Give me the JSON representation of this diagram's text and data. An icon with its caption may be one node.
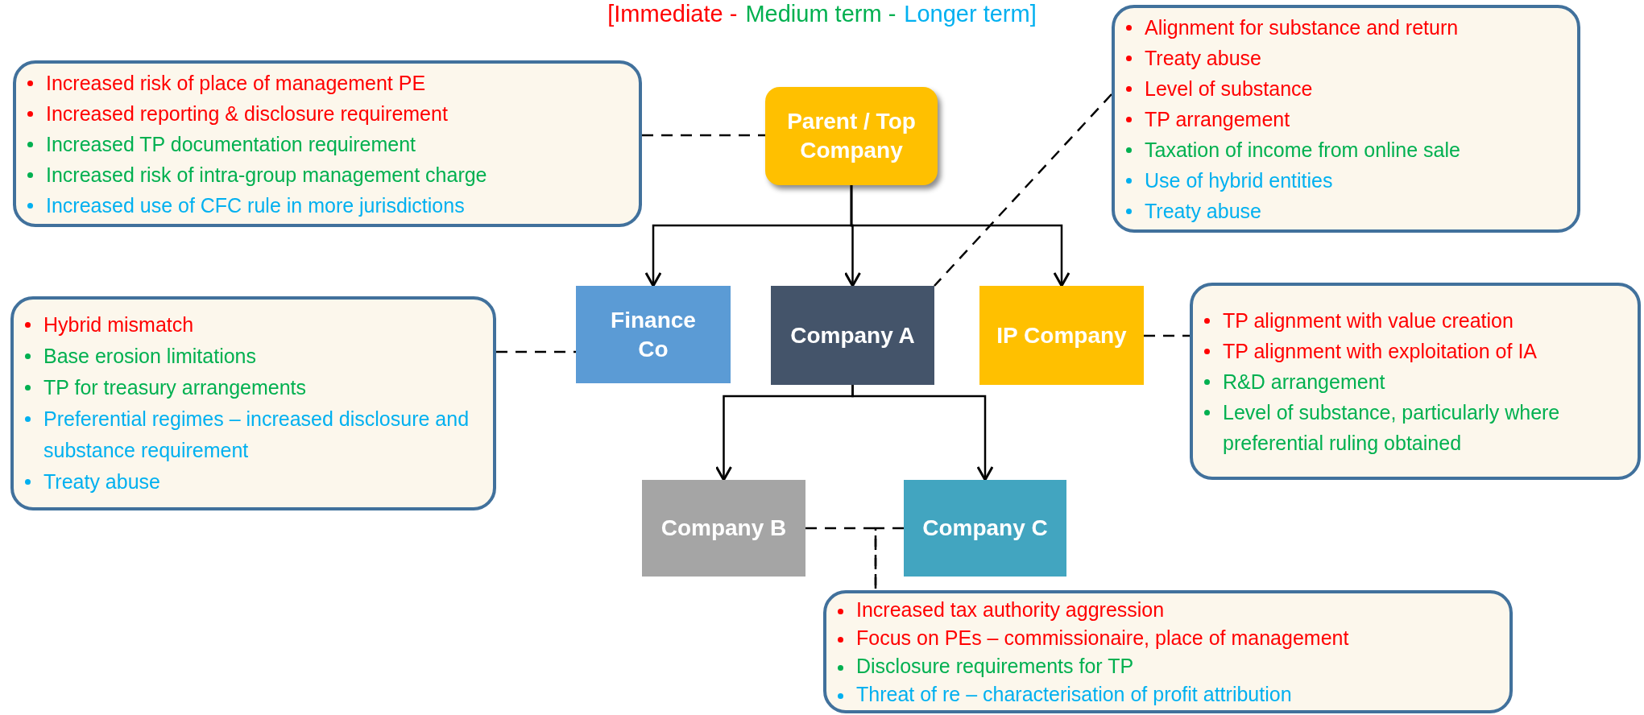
{
  "diagram": {
    "nodes": [
      {
        "text": [
          "Parent / Top Company"
        ]
      },
      {
        "text": [
          "Increased risk of place of management PE",
          "Increased reporting & disclosure requirement",
          "Increased TP documentation requirement",
          "Increased risk of intra-group management charge",
          "Increased use of CFC rule in more jurisdictions"
        ]
      },
      {
        "text": [
          "Alignment for substance and return",
          "Treaty abuse",
          "Level of substance",
          "TP arrangement",
          "Taxation of income from online sale",
          "Use of hybrid entities",
          "Treaty abuse"
        ]
      },
      {
        "text": [
          "Finance Co"
        ]
      },
      {
        "text": [
          "Company A"
        ]
      },
      {
        "text": [
          "IP Company"
        ]
      },
      {
        "text": [
          "Hybrid mismatch",
          "Base erosion limitations",
          "TP for treasury arrangements",
          "Preferential regimes – increased disclosure and substance requirement",
          "Treaty abuse"
        ]
      },
      {
        "text": [
          "TP alignment with value creation",
          "TP alignment with exploitation of IA",
          "R&D arrangement",
          "Level of substance, particularly where preferential ruling obtained"
        ]
      },
      {
        "text": [
          "Company B"
        ]
      },
      {
        "text": [
          "Company C"
        ]
      },
      {
        "text": [
          "Increased tax authority aggression",
          "Focus on PEs – commissionaire, place of management",
          "Disclosure requirements for TP",
          "Threat of re – characterisation of profit attribution"
        ]
      }
    ],
    "edges": [
      {
        "from": 0,
        "to": 3,
        "arrow": "to"
      },
      {
        "from": 0,
        "to": 4,
        "arrow": "to"
      },
      {
        "from": 0,
        "to": 5,
        "arrow": "to"
      },
      {
        "from": 4,
        "to": 8,
        "arrow": "to"
      },
      {
        "from": 4,
        "to": 9,
        "arrow": "to"
      },
      {
        "from": 1,
        "to": 0,
        "arrow": "none",
        "style": "dashed"
      },
      {
        "from": 2,
        "to": 4,
        "arrow": "none",
        "style": "dashed"
      },
      {
        "from": 6,
        "to": 3,
        "arrow": "none",
        "style": "dashed"
      },
      {
        "from": 5,
        "to": 7,
        "arrow": "none",
        "style": "dashed"
      },
      {
        "from": 8,
        "to": 10,
        "arrow": "none",
        "style": "dashed"
      },
      {
        "from": 9,
        "to": 10,
        "arrow": "none",
        "style": "dashed"
      }
    ],
    "legend": [
      {
        "text": "[Immediate -",
        "color": "#ff0000"
      },
      {
        "text": "Medium term -",
        "color": "#00b050"
      },
      {
        "text": "Longer term]",
        "color": "#00b0f0"
      }
    ]
  }
}
